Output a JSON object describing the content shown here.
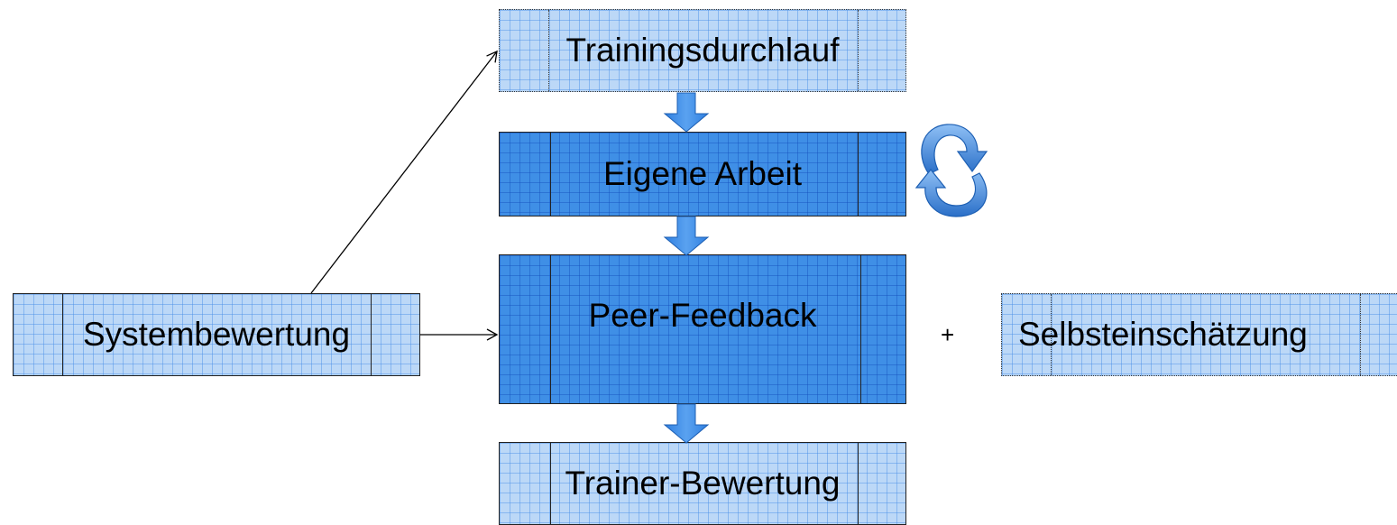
{
  "nodes": {
    "training_run": "Trainingsdurchlauf",
    "own_work": "Eigene Arbeit",
    "peer_feedback": "Peer-Feedback",
    "trainer_rating": "Trainer-Bewertung",
    "system_rating": "Systembewertung",
    "self_assessment": "Selbsteinschätzung"
  },
  "plus_sign": "+",
  "colors": {
    "light_fill": "#bcd8f7",
    "dark_fill": "#3f8fe6",
    "arrow_fill": "#3a8ae8"
  },
  "icons": {
    "cycle": "circular-arrows-icon"
  }
}
